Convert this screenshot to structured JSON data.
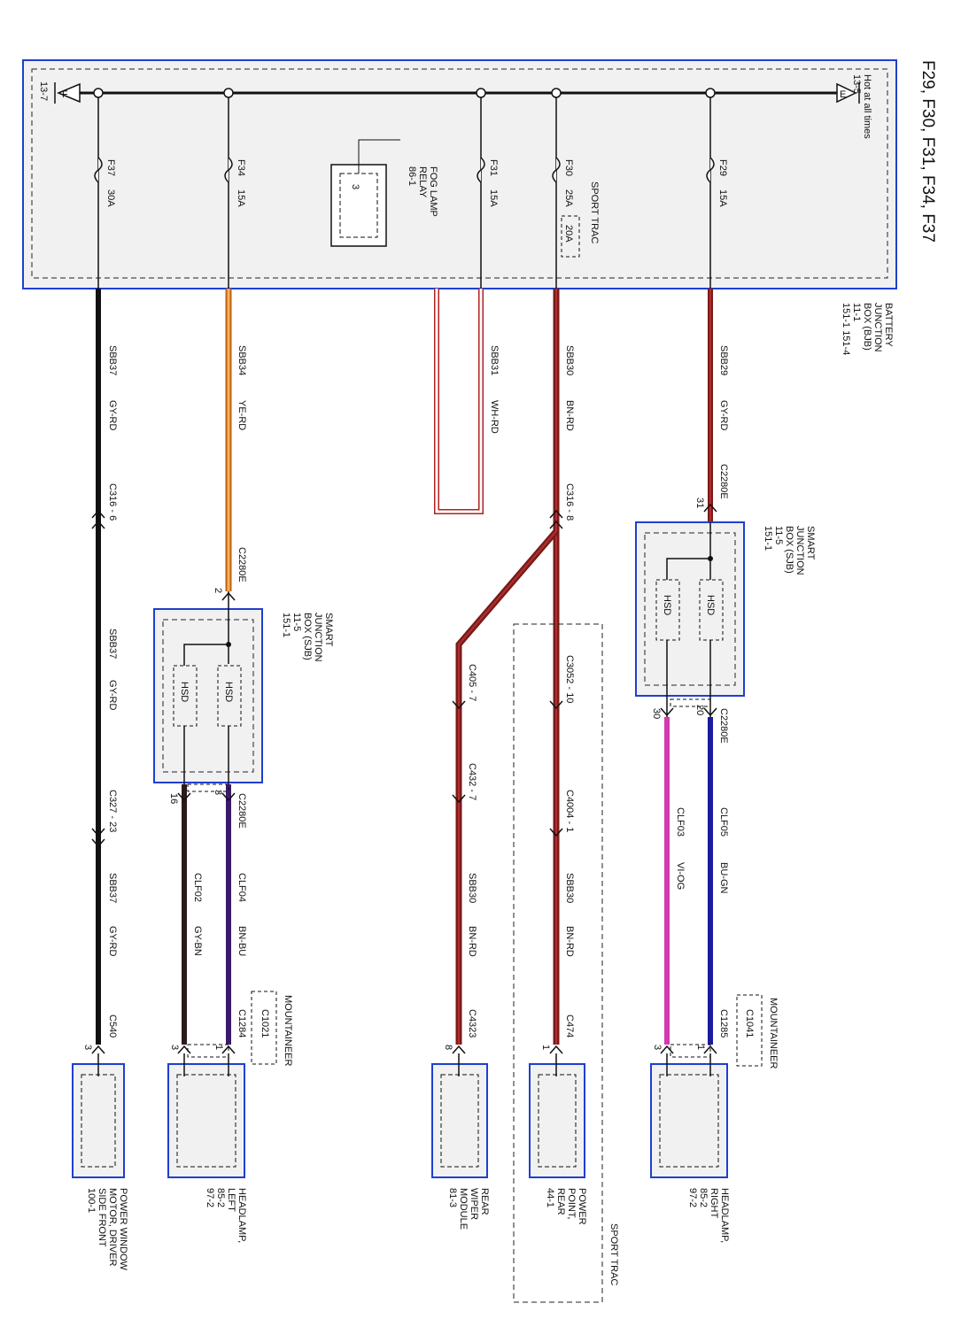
{
  "title": "F29, F30, F31, F34, F37",
  "bjb": {
    "name": [
      "BATTERY",
      "JUNCTION",
      "BOX (BJB)"
    ],
    "refs": [
      "11-1",
      "151-1   151-4"
    ],
    "hot": [
      "Hot at all times",
      "13-5"
    ],
    "left_ground": "13-7",
    "left_letter": "F",
    "right_letter": "E"
  },
  "fuses": [
    {
      "id": "F37",
      "amp": "30A"
    },
    {
      "id": "F34",
      "amp": "15A"
    },
    {
      "id": "F31",
      "amp": "15A"
    },
    {
      "id": "F30",
      "amp": "25A",
      "alt": "20A"
    },
    {
      "id": "F29",
      "amp": "15A"
    }
  ],
  "sport_trac": "SPORT TRAC",
  "relay": {
    "lines": [
      "FOG LAMP",
      "RELAY",
      "86-1"
    ],
    "pin": "3"
  },
  "sjb": {
    "lines": [
      "SMART",
      "JUNCTION",
      "BOX (SJB)",
      "11-5",
      "151-1"
    ],
    "hsd": "HSD"
  },
  "mountaineer": "MOUNTAINEER",
  "wire_labels": {
    "sbb37": "SBB37",
    "sbb34": "SBB34",
    "sbb31": "SBB31",
    "sbb30": "SBB30",
    "sbb29": "SBB29",
    "gyrd": "GY-RD",
    "yerd": "YE-RD",
    "whrd": "WH-RD",
    "bnrd": "BN-RD",
    "clf02": "CLF02",
    "clf04": "CLF04",
    "clf03": "CLF03",
    "clf05": "CLF05",
    "gybn": "GY-BN",
    "bnbu": "BN-BU",
    "viog": "VI-OG",
    "bugn": "BU-GN"
  },
  "connectors": {
    "c316_6": "C316 - 6",
    "c316_8": "C316 - 8",
    "c327_23": "C327 - 23",
    "c2280e": "C2280E",
    "c405_7": "C405 - 7",
    "c432_7": "C432 - 7",
    "c3052_10": "C3052 - 10",
    "c4004_1": "C4004 - 1",
    "c540": "C540",
    "c1284": "C1284",
    "c1021": "C1021",
    "c4323": "C4323",
    "c474": "C474",
    "c1285": "C1285",
    "c1041": "C1041"
  },
  "pins": {
    "p31": "31",
    "p2": "2",
    "p3": "3",
    "p16": "16",
    "p20": "20",
    "p30": "30",
    "p1": "1",
    "p8": "8"
  },
  "devices": {
    "window": [
      "POWER WINDOW",
      "MOTOR, DRIVER",
      "SIDE FRONT",
      "100-1"
    ],
    "headlamp_left": [
      "HEADLAMP,",
      "LEFT",
      "85-2",
      "97-2"
    ],
    "wiper": [
      "REAR",
      "WIPER",
      "MODULE",
      "81-3"
    ],
    "power_point": [
      "POWER",
      "POINT,",
      "REAR",
      "44-1"
    ],
    "headlamp_right": [
      "HEADLAMP,",
      "RIGHT",
      "85-2",
      "97-2"
    ]
  },
  "colors": {
    "blue": "#1f3fd0",
    "gyrd": "#111111",
    "bnrd": "#7a1a1a",
    "ye": "#f0a040",
    "vi": "#d23ab4",
    "bu": "#1a1aa0",
    "bnbu": "#3a1a6a",
    "gybn": "#2a1a1a"
  }
}
